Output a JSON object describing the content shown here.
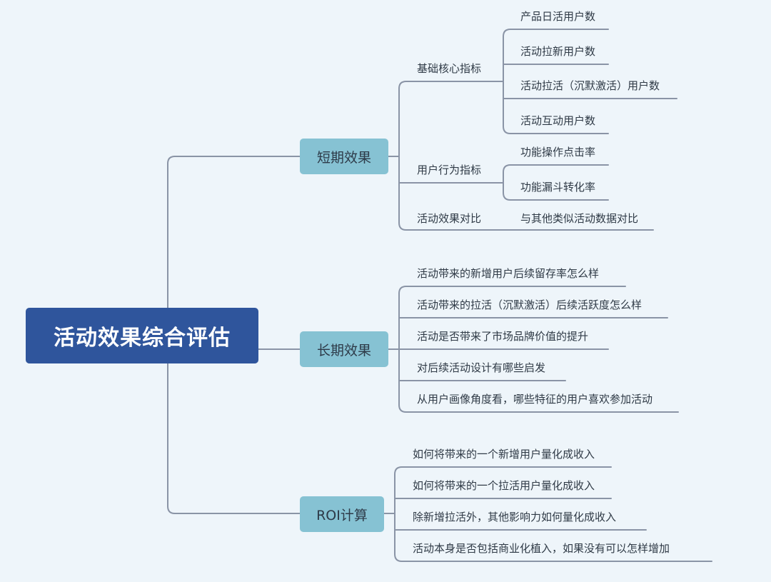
{
  "mindmap": {
    "root": "活动效果综合评估",
    "branches": [
      {
        "label": "短期效果",
        "groups": [
          {
            "label": "基础核心指标",
            "items": [
              "产品日活用户数",
              "活动拉新用户数",
              "活动拉活（沉默激活）用户数",
              "活动互动用户数"
            ]
          },
          {
            "label": "用户行为指标",
            "items": [
              "功能操作点击率",
              "功能漏斗转化率"
            ]
          },
          {
            "label": "活动效果对比",
            "items": [
              "与其他类似活动数据对比"
            ]
          }
        ]
      },
      {
        "label": "长期效果",
        "items": [
          "活动带来的新增用户后续留存率怎么样",
          "活动带来的拉活（沉默激活）后续活跃度怎么样",
          "活动是否带来了市场品牌价值的提升",
          "对后续活动设计有哪些启发",
          "从用户画像角度看，哪些特征的用户喜欢参加活动"
        ]
      },
      {
        "label": "ROI计算",
        "items": [
          "如何将带来的一个新增用户量化成收入",
          "如何将带来的一个拉活用户量化成收入",
          "除新增拉活外，其他影响力如何量化成收入",
          "活动本身是否包括商业化植入，如果没有可以怎样增加"
        ]
      }
    ]
  },
  "colors": {
    "root": "#2f559c",
    "branch": "#86c2d3",
    "line": "#8a94a6",
    "background": "#eef5fa"
  }
}
